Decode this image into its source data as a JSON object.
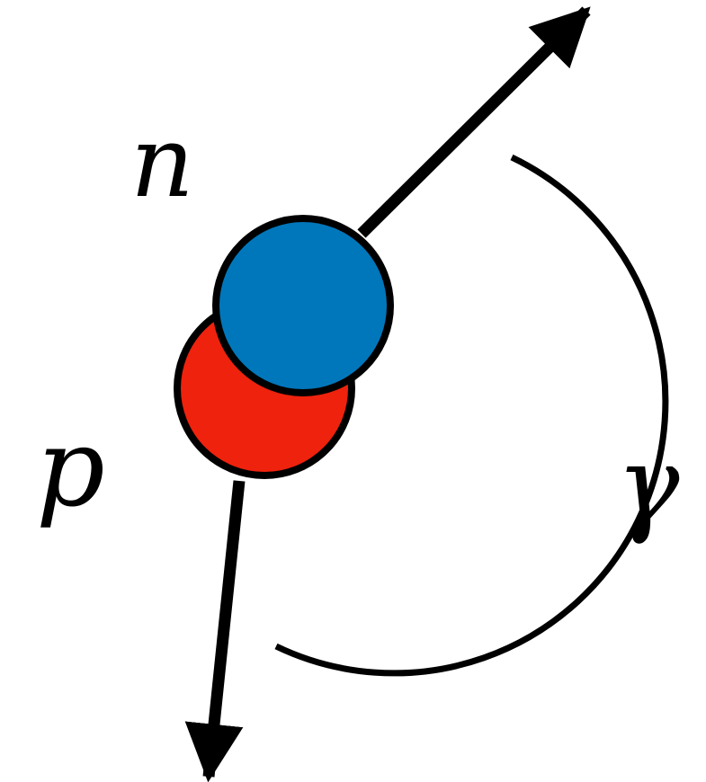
{
  "labels": {
    "neutron": "n",
    "proton": "p",
    "angle": "γ"
  },
  "colors": {
    "neutron": "#0077BB",
    "proton": "#EE220D",
    "stroke": "#000000"
  }
}
